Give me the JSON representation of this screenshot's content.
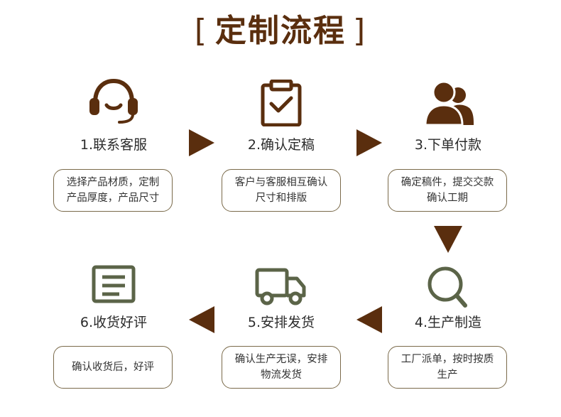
{
  "title": {
    "open_bracket": "[",
    "text": "定制流程",
    "close_bracket": "]"
  },
  "colors": {
    "brown": "#5a2e0e",
    "olive": "#5b6448",
    "border": "#7a6a4a"
  },
  "steps": [
    {
      "label": "1.联系客服",
      "icon": "headset-icon",
      "desc": [
        "选择产品材质，定制",
        "产品厚度，产品尺寸"
      ]
    },
    {
      "label": "2.确认定稿",
      "icon": "clipboard-check-icon",
      "desc": [
        "客户与客服相互确认",
        "尺寸和排版"
      ]
    },
    {
      "label": "3.下单付款",
      "icon": "users-icon",
      "desc": [
        "确定稿件，提交交款",
        "确认工期"
      ]
    },
    {
      "label": "4.生产制造",
      "icon": "magnifier-icon",
      "desc": [
        "工厂派单，按时按质",
        "生产"
      ]
    },
    {
      "label": "5.安排发货",
      "icon": "truck-icon",
      "desc": [
        "确认生产无误，安排",
        "物流发货"
      ]
    },
    {
      "label": "6.收货好评",
      "icon": "document-icon",
      "desc": [
        "确认收货后，好评"
      ]
    }
  ]
}
